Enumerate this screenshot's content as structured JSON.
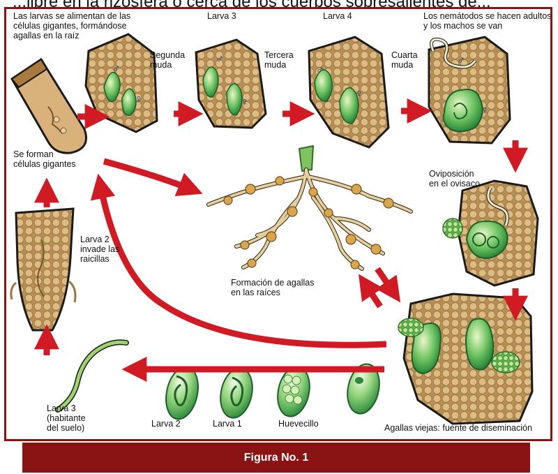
{
  "header_cut_text": "...libre en la rizosfera o cerca de los cuerpos sobresalientes de...",
  "labels": {
    "larvas_alimentan": [
      "Las larvas se alimentan de las",
      "células gigantes, formándose",
      "agallas en la raíz"
    ],
    "segunda_muda": [
      "Segunda",
      "muda"
    ],
    "larva3_top": "Larva 3",
    "tercera_muda": [
      "Tercera",
      "muda"
    ],
    "larva4": "Larva 4",
    "cuarta_muda": [
      "Cuarta",
      "muda"
    ],
    "nematodos_adultos": [
      "Los nemátodos se hacen adultos",
      "y los machos se van"
    ],
    "celulas_gigantes": [
      "Se forman",
      "células gigantes"
    ],
    "oviposicion": [
      "Oviposición",
      "en el ovisaco"
    ],
    "larva2_invade": [
      "Larva 2",
      "invade las",
      "raicillas"
    ],
    "formacion_agallas": [
      "Formación de agallas",
      "en las raíces"
    ],
    "larva3_suelo": [
      "Larva 3",
      "(habitante",
      "del suelo)"
    ],
    "larva2_bottom": "Larva 2",
    "larva1": "Larva 1",
    "huevecillo": "Huevecillo",
    "agallas_viejas": "Agallas viejas: fuente de diseminación"
  },
  "symbols": {
    "male": "♂",
    "female": "♀"
  },
  "figure_caption": "Figura No. 1",
  "colors": {
    "arrow": "#d01a24",
    "frame": "#8a1414",
    "tissue": "#c9a46b",
    "green": "#4fb04f"
  }
}
